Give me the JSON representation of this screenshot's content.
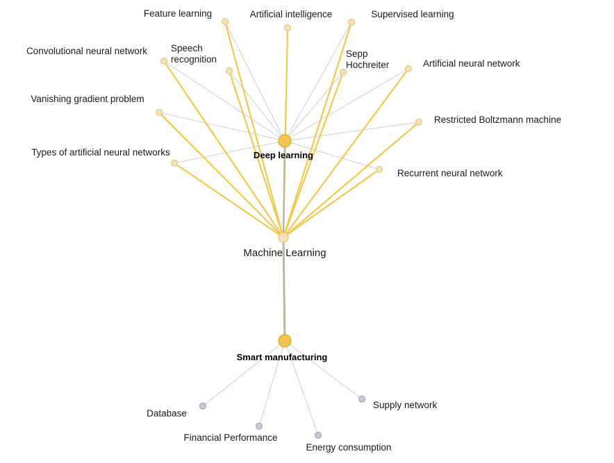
{
  "colors": {
    "strong_edge": "#f2c94c",
    "weak_edge": "#cfcfcf",
    "trunk_edge": "#b9b9a0",
    "hub_fill": "#f0c552",
    "hub_stroke": "#d9a820",
    "leaf_fill": "#f5e3b8",
    "leaf_stroke": "#e4c98a",
    "gray_leaf_fill": "#c9c9d4",
    "gray_leaf_stroke": "#a9a9b8"
  },
  "hubs": {
    "deep_learning": "Deep learning",
    "machine_learning": "Machine Learning",
    "smart_manufacturing": "Smart manufacturing"
  },
  "ml_topics": [
    {
      "id": "feature-learning",
      "label": [
        "Feature learning"
      ]
    },
    {
      "id": "artificial-intelligence",
      "label": [
        "Artificial intelligence"
      ]
    },
    {
      "id": "supervised-learning",
      "label": [
        "Supervised learning"
      ]
    },
    {
      "id": "convolutional-neural-network",
      "label": [
        "Convolutional neural network"
      ]
    },
    {
      "id": "speech-recognition",
      "label": [
        "Speech",
        "recognition"
      ]
    },
    {
      "id": "sepp-hochreiter",
      "label": [
        "Sepp",
        "Hochreiter"
      ]
    },
    {
      "id": "artificial-neural-network",
      "label": [
        "Artificial neural network"
      ]
    },
    {
      "id": "vanishing-gradient-problem",
      "label": [
        "Vanishing gradient problem"
      ]
    },
    {
      "id": "restricted-boltzmann-machine",
      "label": [
        "Restricted Boltzmann machine"
      ]
    },
    {
      "id": "types-of-artificial-neural-networks",
      "label": [
        "Types of artificial neural networks"
      ]
    },
    {
      "id": "recurrent-neural-network",
      "label": [
        "Recurrent neural network"
      ]
    }
  ],
  "manufacturing_topics": [
    {
      "id": "database",
      "label": [
        "Database"
      ]
    },
    {
      "id": "financial-performance",
      "label": [
        "Financial Performance"
      ]
    },
    {
      "id": "energy-consumption",
      "label": [
        "Energy consumption"
      ]
    },
    {
      "id": "supply-network",
      "label": [
        "Supply network"
      ]
    }
  ]
}
